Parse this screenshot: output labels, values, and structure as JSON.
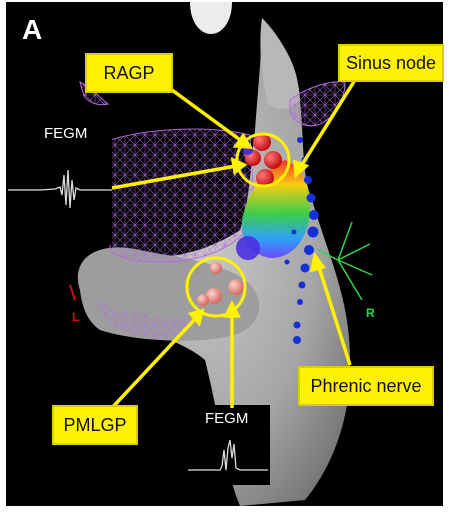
{
  "figure": {
    "panel_letter": "A",
    "labels": {
      "ragp": "RAGP",
      "sinus_node": "Sinus node",
      "pmlgp": "PMLGP",
      "phrenic_nerve": "Phrenic nerve",
      "fegm_top": "FEGM",
      "fegm_bottom": "FEGM",
      "axis_l": "L",
      "axis_r": "R"
    },
    "colors": {
      "background": "#000000",
      "callout_fill": "#fff200",
      "arrow": "#fff200",
      "mesh": "#b46be0",
      "heart": "#a9a9a9",
      "ablation_red": "#e0151b",
      "ablation_pink": "#e48a86",
      "phrenic_blue": "#1530d8",
      "orientation_green": "#2fd64a"
    }
  }
}
